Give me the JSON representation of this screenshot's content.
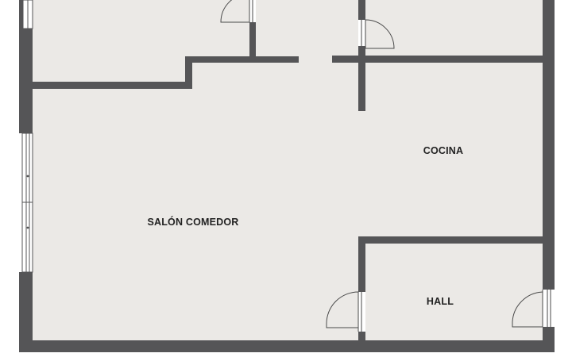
{
  "rooms": {
    "salon": "SALÓN COMEDOR",
    "cocina": "COCINA",
    "hall": "HALL"
  },
  "colors": {
    "wall": "#555557",
    "floor": "#ebe9e6",
    "background": "#ffffff",
    "door_line": "#4a4a4a",
    "label": "#222222"
  }
}
